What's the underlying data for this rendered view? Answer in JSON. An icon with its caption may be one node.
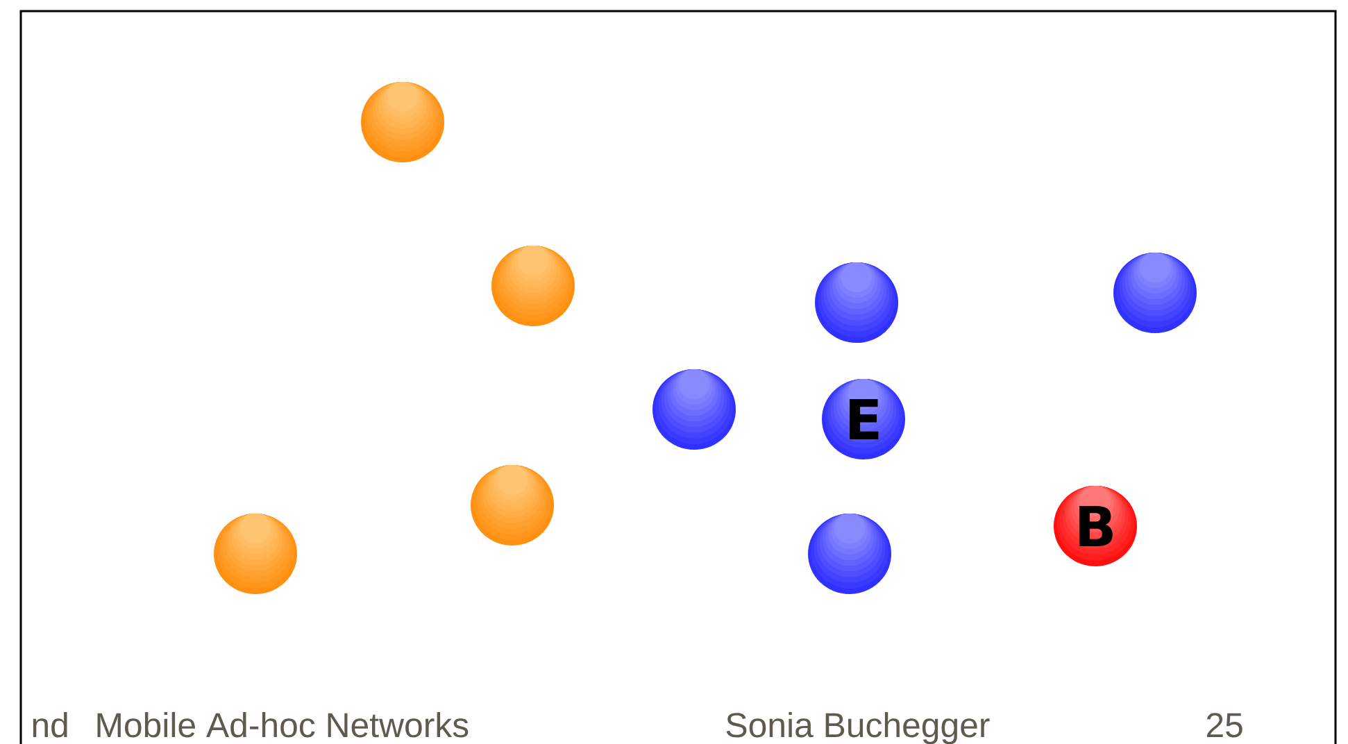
{
  "diagram": {
    "nodes": [
      {
        "text": [],
        "shape": "circle"
      },
      {
        "text": [],
        "shape": "circle"
      },
      {
        "text": [],
        "shape": "circle"
      },
      {
        "text": [],
        "shape": "circle"
      },
      {
        "text": [],
        "shape": "circle"
      },
      {
        "text": [
          "E"
        ]
      },
      {
        "text": [],
        "shape": "circle"
      },
      {
        "text": [
          "B"
        ]
      },
      {
        "text": [],
        "shape": "circle"
      },
      {
        "text": [],
        "shape": "circle"
      }
    ],
    "labels": [
      "nd",
      "Mobile Ad-hoc Networks",
      "Sonia Buchegger",
      "25"
    ]
  }
}
